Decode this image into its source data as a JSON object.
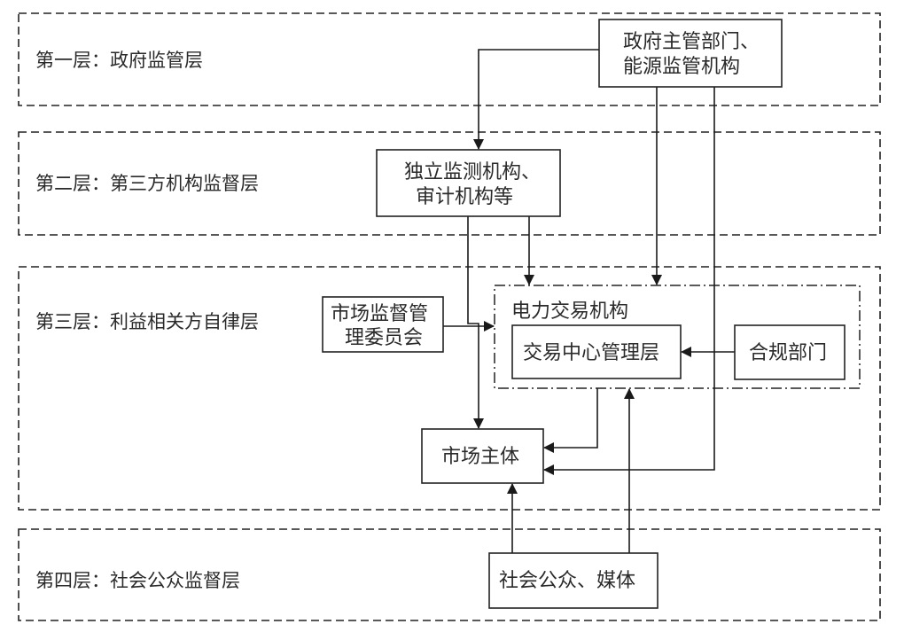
{
  "layers": [
    {
      "id": "layer1",
      "label": "第一层：政府监管层"
    },
    {
      "id": "layer2",
      "label": "第二层：第三方机构监督层"
    },
    {
      "id": "layer3",
      "label": "第三层：利益相关方自律层"
    },
    {
      "id": "layer4",
      "label": "第四层：社会公众监督层"
    }
  ],
  "nodes": {
    "gov": {
      "lines": [
        "政府主管部门、",
        "能源监管机构"
      ]
    },
    "thirdparty": {
      "lines": [
        "独立监测机构、",
        "审计机构等"
      ]
    },
    "market_committee": {
      "lines": [
        "市场监督管",
        "理委员会"
      ]
    },
    "exchange_org": {
      "label": "电力交易机构"
    },
    "exchange_mgmt": {
      "label": "交易中心管理层"
    },
    "compliance": {
      "label": "合规部门"
    },
    "market_entity": {
      "label": "市场主体"
    },
    "public": {
      "label": "社会公众、媒体"
    }
  },
  "edges": [
    {
      "from": "gov",
      "to": "thirdparty"
    },
    {
      "from": "gov",
      "to": "exchange_org"
    },
    {
      "from": "gov",
      "to": "market_entity"
    },
    {
      "from": "thirdparty",
      "to": "exchange_org"
    },
    {
      "from": "thirdparty",
      "to": "market_entity"
    },
    {
      "from": "market_committee",
      "to": "exchange_org"
    },
    {
      "from": "compliance",
      "to": "exchange_mgmt"
    },
    {
      "from": "exchange_org",
      "to": "market_entity"
    },
    {
      "from": "public",
      "to": "market_entity"
    },
    {
      "from": "public",
      "to": "exchange_org"
    }
  ]
}
